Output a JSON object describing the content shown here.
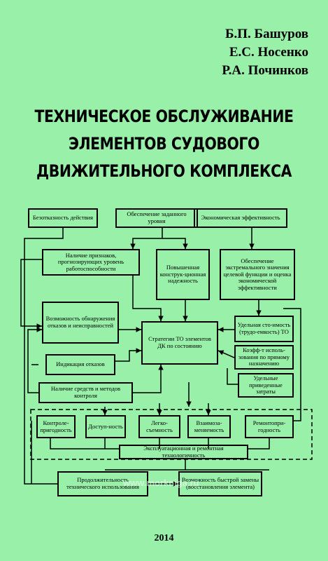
{
  "authors": [
    "Б.П. Башуров",
    "Е.С. Носенко",
    "Р.А. Починков"
  ],
  "title_lines": [
    "ТЕХНИЧЕСКОЕ ОБСЛУЖИВАНИЕ",
    "ЭЛЕМЕНТОВ СУДОВОГО",
    "ДВИЖИТЕЛЬНОГО КОМПЛЕКСА"
  ],
  "diagram": {
    "safety": "Безотказность действия",
    "level": "Обеспечение заданного уровня",
    "economy": "Экономическая эффективность",
    "signs": "Наличие признаков, прогнозирующих уровень работоспособности",
    "reliability": "Повышенная конструк-ционная надежность",
    "extremal": "Обеспечение экстремального значения целевой функции и оценка экономической эффективности",
    "detect": "Возможность обнаружения отказов и неисправностей",
    "strategy": "Стратегии ТО элементов ДК по состоянию",
    "unit_cost": "Удельная сто-имость (трудо-емкость) ТО",
    "coef": "Коэфф-т исполь-зования по прямому назначению",
    "indication": "Индикация отказов",
    "means": "Наличие средств и методов контроля",
    "specific": "Удельные приведенные затраты",
    "control": "Контроле-пригодность",
    "access": "Доступ-ность",
    "ease": "Легко-съемность",
    "interchange": "Взаимоза-меняемость",
    "repair": "Ремонтопри-годность",
    "technology": "Эксплуатационная и ремонтная технологичность",
    "duration": "Продолжительность технического использования",
    "replace": "Возможность быстрой замены (восстановления элемента)"
  },
  "watermark": "www.morkniga.ru",
  "year": "2014"
}
